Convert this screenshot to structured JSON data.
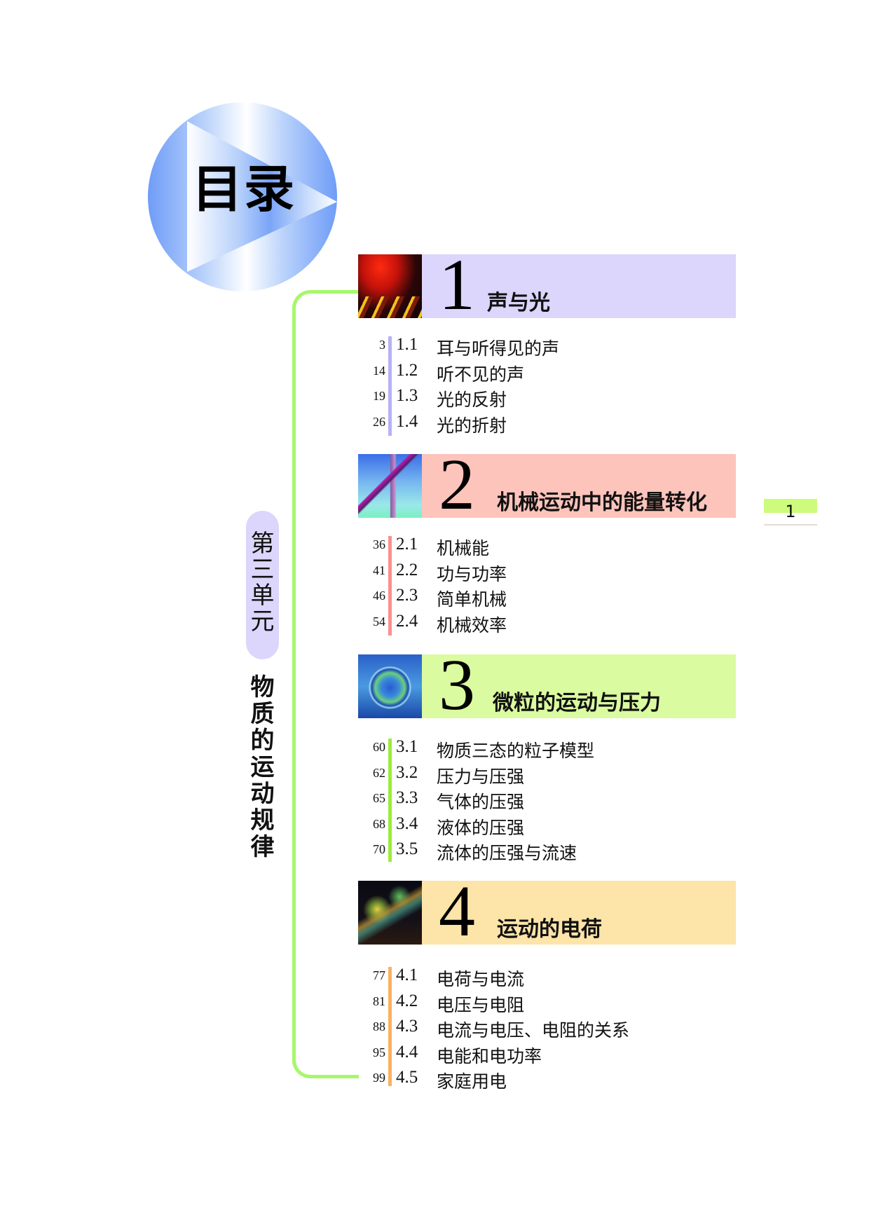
{
  "header": {
    "title": "目录"
  },
  "unit": {
    "label": [
      "第",
      "三",
      "单",
      "元"
    ],
    "title": [
      "物",
      "质",
      "的",
      "运",
      "动",
      "规",
      "律"
    ]
  },
  "colors": {
    "bracket": "#a6f86a",
    "unit_pill": "#dcd5fc",
    "page_tab": "#cdfb7c"
  },
  "chapters": [
    {
      "number": "1",
      "title": "声与光",
      "band_color": "#dcd5fc",
      "bar_color": "#b6b0f7",
      "image": "red-dark-abstract-image",
      "sections": [
        {
          "page": "3",
          "num": "1.1",
          "title": "耳与听得见的声"
        },
        {
          "page": "14",
          "num": "1.2",
          "title": "听不见的声"
        },
        {
          "page": "19",
          "num": "1.3",
          "title": "光的反射"
        },
        {
          "page": "26",
          "num": "1.4",
          "title": "光的折射"
        }
      ]
    },
    {
      "number": "2",
      "title": "机械运动中的能量转化",
      "band_color": "#fdc4bc",
      "bar_color": "#fb8f8f",
      "image": "crane-sky-image",
      "sections": [
        {
          "page": "36",
          "num": "2.1",
          "title": "机械能"
        },
        {
          "page": "41",
          "num": "2.2",
          "title": "功与功率"
        },
        {
          "page": "46",
          "num": "2.3",
          "title": "简单机械"
        },
        {
          "page": "54",
          "num": "2.4",
          "title": "机械效率"
        }
      ]
    },
    {
      "number": "3",
      "title": "微粒的运动与压力",
      "band_color": "#dafb9f",
      "bar_color": "#9bec3a",
      "image": "globe-blue-image",
      "sections": [
        {
          "page": "60",
          "num": "3.1",
          "title": "物质三态的粒子模型"
        },
        {
          "page": "62",
          "num": "3.2",
          "title": "压力与压强"
        },
        {
          "page": "65",
          "num": "3.3",
          "title": "气体的压强"
        },
        {
          "page": "68",
          "num": "3.4",
          "title": "液体的压强"
        },
        {
          "page": "70",
          "num": "3.5",
          "title": "流体的压强与流速"
        }
      ]
    },
    {
      "number": "4",
      "title": "运动的电荷",
      "band_color": "#fde4a8",
      "bar_color": "#fbb15e",
      "image": "night-city-lights-image",
      "sections": [
        {
          "page": "77",
          "num": "4.1",
          "title": "电荷与电流"
        },
        {
          "page": "81",
          "num": "4.2",
          "title": "电压与电阻"
        },
        {
          "page": "88",
          "num": "4.3",
          "title": "电流与电压、电阻的关系"
        },
        {
          "page": "95",
          "num": "4.4",
          "title": "电能和电功率"
        },
        {
          "page": "99",
          "num": "4.5",
          "title": "家庭用电"
        }
      ]
    }
  ],
  "page_number": "1"
}
